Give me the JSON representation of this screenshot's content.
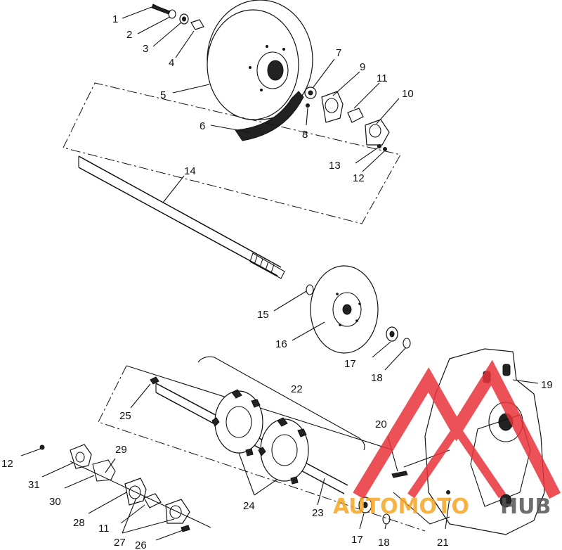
{
  "diagram": {
    "callouts": [
      {
        "id": "c1",
        "label": "1"
      },
      {
        "id": "c2",
        "label": "2"
      },
      {
        "id": "c3",
        "label": "3"
      },
      {
        "id": "c4",
        "label": "4"
      },
      {
        "id": "c5",
        "label": "5"
      },
      {
        "id": "c6",
        "label": "6"
      },
      {
        "id": "c7",
        "label": "7"
      },
      {
        "id": "c8",
        "label": "8"
      },
      {
        "id": "c9",
        "label": "9"
      },
      {
        "id": "c11a",
        "label": "11"
      },
      {
        "id": "c10",
        "label": "10"
      },
      {
        "id": "c13",
        "label": "13"
      },
      {
        "id": "c12a",
        "label": "12"
      },
      {
        "id": "c14",
        "label": "14"
      },
      {
        "id": "c15",
        "label": "15"
      },
      {
        "id": "c16",
        "label": "16"
      },
      {
        "id": "c17a",
        "label": "17"
      },
      {
        "id": "c18a",
        "label": "18"
      },
      {
        "id": "c19",
        "label": "19"
      },
      {
        "id": "c22",
        "label": "22"
      },
      {
        "id": "c25",
        "label": "25"
      },
      {
        "id": "c20",
        "label": "20"
      },
      {
        "id": "c12b",
        "label": "12"
      },
      {
        "id": "c29",
        "label": "29"
      },
      {
        "id": "c31",
        "label": "31"
      },
      {
        "id": "c30",
        "label": "30"
      },
      {
        "id": "c28",
        "label": "28"
      },
      {
        "id": "c11b",
        "label": "11"
      },
      {
        "id": "c24",
        "label": "24"
      },
      {
        "id": "c23",
        "label": "23"
      },
      {
        "id": "c27",
        "label": "27"
      },
      {
        "id": "c26",
        "label": "26"
      },
      {
        "id": "c17b",
        "label": "17"
      },
      {
        "id": "c18b",
        "label": "18"
      },
      {
        "id": "c21",
        "label": "21"
      }
    ]
  },
  "watermark": {
    "word_left": "AUTOMOTO",
    "word_right": "HUB",
    "colors": {
      "triangle": "#e8333a",
      "text_orange": "#f5a623",
      "text_gray": "#555555"
    }
  }
}
